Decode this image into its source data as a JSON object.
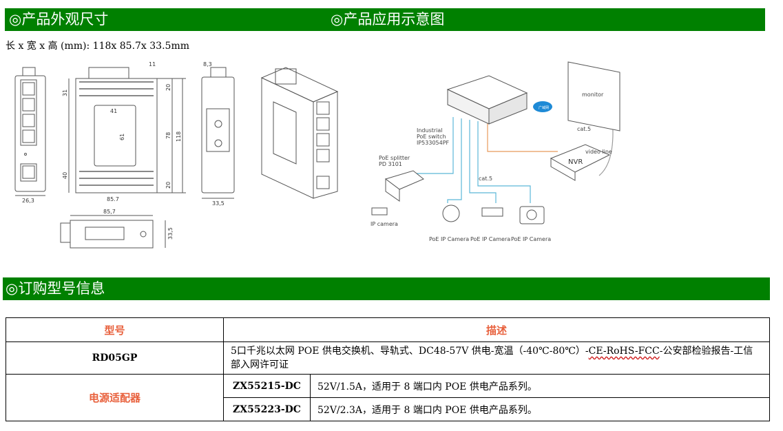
{
  "sections": {
    "dimensions_title": "◎产品外观尺寸",
    "application_title": "◎产品应用示意图",
    "ordering_title": "◎订购型号信息"
  },
  "dimensions": {
    "summary": "长 x 宽 x 高 (mm): 118x 85.7x 33.5mm",
    "front_view": {
      "width": "26,3"
    },
    "top_view": {
      "width": "85.7",
      "height": "118",
      "inner_w": "41",
      "inner_h": "61",
      "d31": "31",
      "d40": "40",
      "d20a": "20",
      "d78": "78",
      "d20b": "20",
      "d11": "11"
    },
    "side_view": {
      "width": "33,5",
      "d8": "8,3"
    },
    "bottom_view": {
      "width": "85,7",
      "height": "33,5"
    }
  },
  "application_diagram": {
    "switch_label": [
      "Industrial",
      "PoE switch",
      "IP533054PF"
    ],
    "splitter_label": [
      "PoE splitter",
      "PD 3101"
    ],
    "ip_camera": "IP camera",
    "cable1": "cat.5",
    "cable2": "cat.5",
    "video_line": "video line",
    "nvr": "NVR",
    "monitor": "monitor",
    "cloud": "广域网",
    "cameras": [
      "PoE IP Camera",
      "PoE IP Camera",
      "PoE IP Camera"
    ]
  },
  "order_table": {
    "headers": [
      "型号",
      "描述"
    ],
    "rows": [
      {
        "model": "RD05GP",
        "desc_pre": "5口千兆以太网 POE 供电交换机、导轨式、DC48-57V 供电-宽温（-40℃-80℃）-",
        "desc_cert": "CE-RoHS-FCC",
        "desc_post": "-公安部检验报告-工信部入网许可证"
      },
      {
        "category": "电源适配器",
        "items": [
          {
            "model": "ZX55215-DC",
            "desc": "52V/1.5A，适用于 8 端口内 POE 供电产品系列。"
          },
          {
            "model": "ZX55223-DC",
            "desc": "52V/2.3A，适用于 8 端口内 POE 供电产品系列。"
          }
        ]
      }
    ]
  },
  "colors": {
    "banner": "#008000",
    "header_text": "#e8603c",
    "cable_blue": "#5bb8d8",
    "cable_orange": "#e89a5a"
  }
}
